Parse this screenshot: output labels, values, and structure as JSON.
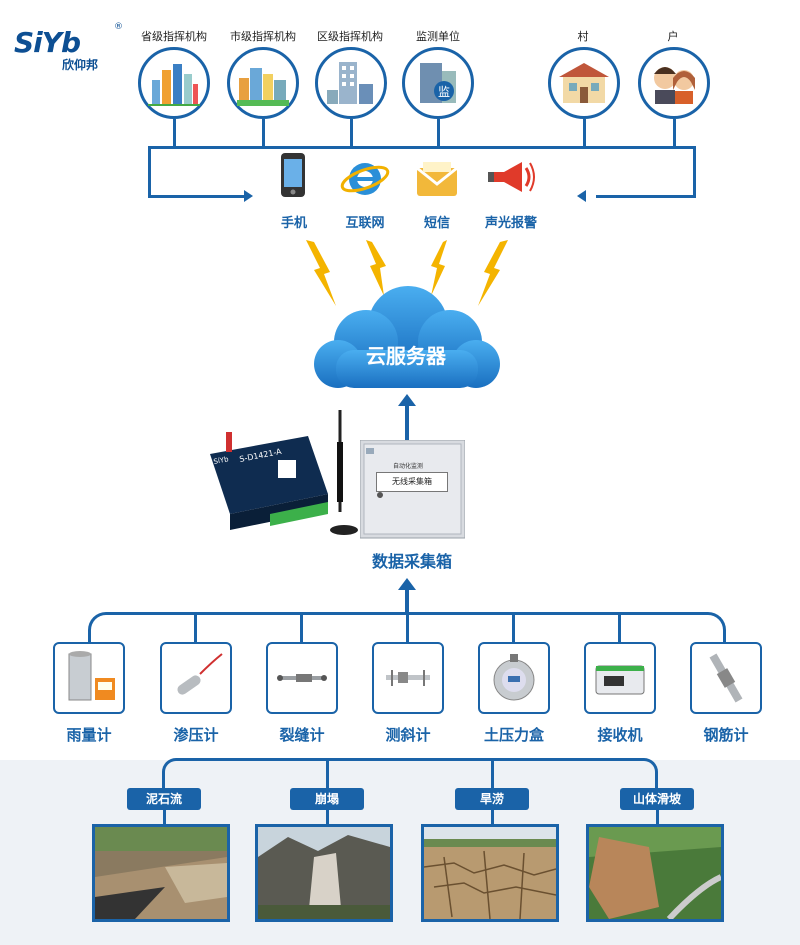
{
  "brand": {
    "mark": "SiYb",
    "name": "欣仰邦",
    "registered": "®"
  },
  "top_nodes": [
    {
      "label": "省级指挥机构",
      "icon": "province-building-icon"
    },
    {
      "label": "市级指挥机构",
      "icon": "city-building-icon"
    },
    {
      "label": "区级指挥机构",
      "icon": "district-building-icon"
    },
    {
      "label": "监测单位",
      "icon": "monitoring-unit-icon",
      "badge": "监"
    },
    {
      "label": "村",
      "icon": "village-house-icon"
    },
    {
      "label": "户",
      "icon": "household-family-icon"
    }
  ],
  "channels": [
    {
      "label": "手机",
      "icon": "mobile-phone-icon"
    },
    {
      "label": "互联网",
      "icon": "internet-explorer-icon"
    },
    {
      "label": "短信",
      "icon": "sms-envelope-icon"
    },
    {
      "label": "声光报警",
      "icon": "siren-speaker-icon"
    }
  ],
  "cloud": {
    "label": "云服务器"
  },
  "device": {
    "model": "S-D1421-A",
    "brand": "SiYb"
  },
  "collector": {
    "label": "数据采集箱",
    "panel_title": "自动化监测",
    "panel_caption": "无线采集箱"
  },
  "sensors": [
    {
      "label": "雨量计",
      "icon": "rain-gauge-icon"
    },
    {
      "label": "渗压计",
      "icon": "piezometer-icon"
    },
    {
      "label": "裂缝计",
      "icon": "crack-meter-icon"
    },
    {
      "label": "测斜计",
      "icon": "inclinometer-icon"
    },
    {
      "label": "土压力盒",
      "icon": "earth-pressure-cell-icon"
    },
    {
      "label": "接收机",
      "icon": "gnss-receiver-icon"
    },
    {
      "label": "钢筋计",
      "icon": "rebar-meter-icon"
    }
  ],
  "hazards": [
    {
      "label": "泥石流",
      "photo": "debris-flow-photo"
    },
    {
      "label": "崩塌",
      "photo": "collapse-photo"
    },
    {
      "label": "旱涝",
      "photo": "drought-flood-photo"
    },
    {
      "label": "山体滑坡",
      "photo": "landslide-photo"
    }
  ],
  "colors": {
    "primary": "#1a63a8",
    "bolt": "#f4b400",
    "cloud": "#2a8fd8"
  }
}
